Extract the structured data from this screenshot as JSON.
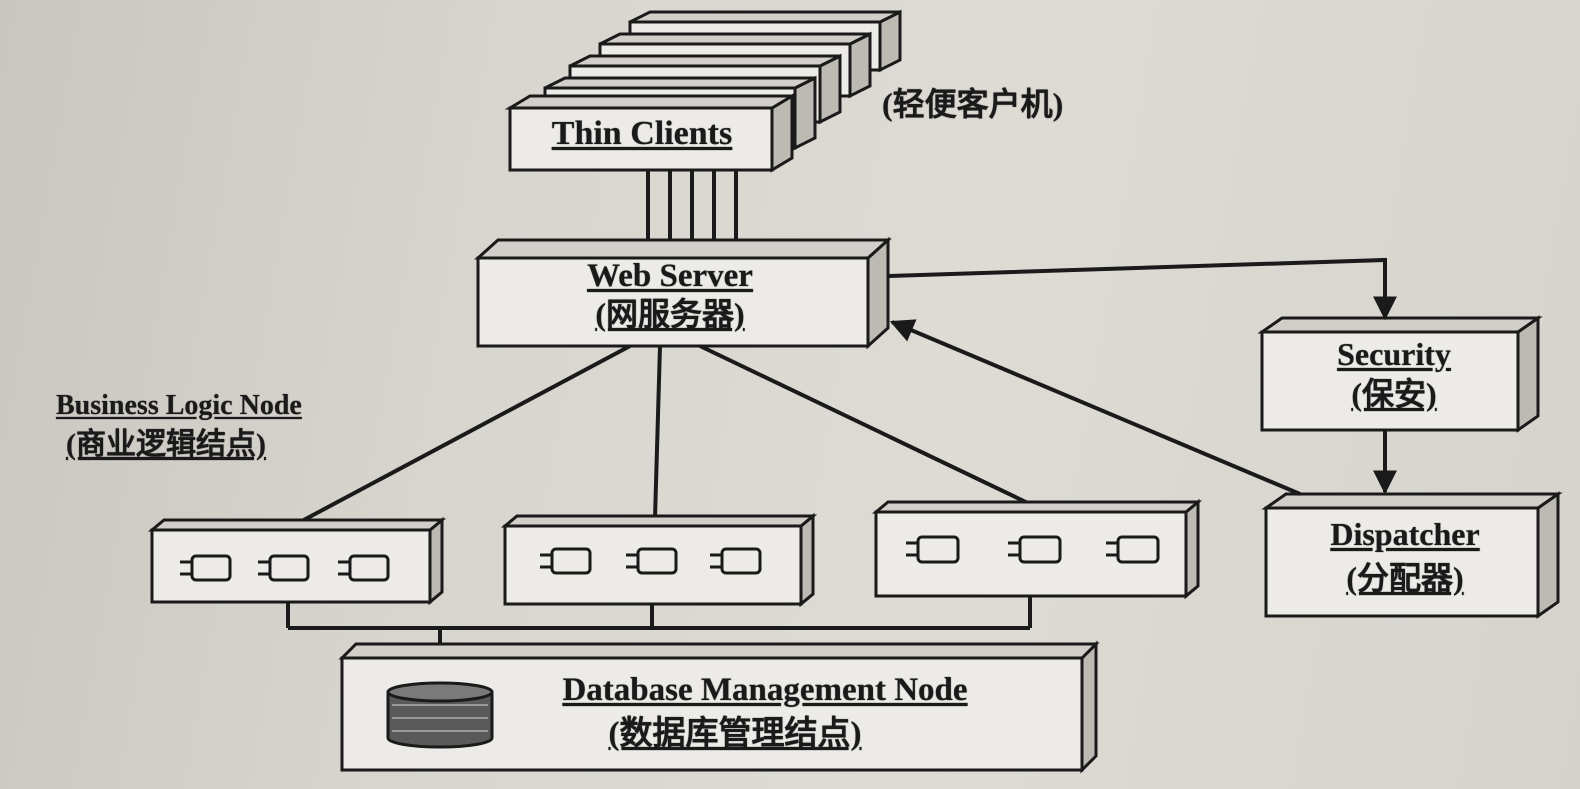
{
  "nodes": {
    "thin_clients": {
      "title": "Thin Clients",
      "note": "(轻便客户机)"
    },
    "web_server": {
      "title": "Web Server",
      "subtitle": "(网服务器)"
    },
    "security": {
      "title": "Security",
      "subtitle": "(保安)"
    },
    "dispatcher": {
      "title": "Dispatcher",
      "subtitle": "(分配器)"
    },
    "business_logic": {
      "title": "Business Logic Node",
      "subtitle": "(商业逻辑结点)"
    },
    "database": {
      "title": "Database Management Node",
      "subtitle": "(数据库管理结点)"
    }
  },
  "colors": {
    "ink": "#1a1a1a",
    "box_fill": "#ecebe7",
    "background": "#d8d5cf"
  }
}
